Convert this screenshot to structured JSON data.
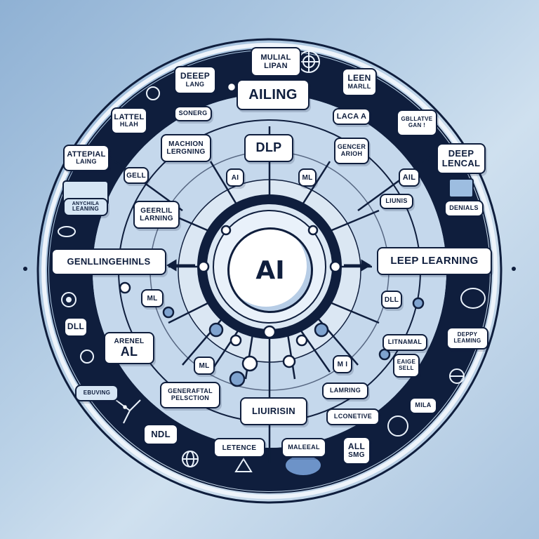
{
  "diagram": {
    "center": {
      "label": "AI"
    },
    "colors": {
      "background": "#b9d0e6",
      "ring_dark": "#0f1e3d",
      "node_fill": "#ffffff",
      "accent_blue": "#7fa3cf"
    },
    "nodes": [
      {
        "id": "n1",
        "lines": [
          "MULIAL",
          "LIPAN"
        ]
      },
      {
        "id": "n2",
        "lines": [
          "DEEEP",
          "LANG"
        ]
      },
      {
        "id": "n3",
        "lines": [
          "AILING"
        ]
      },
      {
        "id": "n4",
        "lines": [
          "LEEN",
          "MARLL"
        ]
      },
      {
        "id": "n5",
        "lines": [
          "LATTEL",
          "HLAH"
        ]
      },
      {
        "id": "n6",
        "lines": [
          "SONERG"
        ]
      },
      {
        "id": "n7",
        "lines": [
          "LACA A"
        ]
      },
      {
        "id": "n8",
        "lines": [
          "GBLLATVE",
          "GAN !"
        ]
      },
      {
        "id": "n9",
        "lines": [
          "ATTEPIAL",
          "LAING"
        ]
      },
      {
        "id": "n10",
        "lines": [
          "MACHION",
          "LERGNING"
        ]
      },
      {
        "id": "n11",
        "lines": [
          "DLP"
        ]
      },
      {
        "id": "n12",
        "lines": [
          "GENCER",
          "ARIOH"
        ]
      },
      {
        "id": "n13",
        "lines": [
          "DEEP",
          "LENCAL"
        ]
      },
      {
        "id": "n14",
        "lines": [
          "GELL"
        ]
      },
      {
        "id": "n15",
        "lines": [
          "AI"
        ]
      },
      {
        "id": "n16",
        "lines": [
          "ML"
        ]
      },
      {
        "id": "n17",
        "lines": [
          "AIL"
        ]
      },
      {
        "id": "n18",
        "lines": [
          "ANYCHILA",
          "LEANING"
        ]
      },
      {
        "id": "n19",
        "lines": [
          "GEERLIL",
          "LARNING"
        ]
      },
      {
        "id": "n20",
        "lines": [
          "LIUNIS"
        ]
      },
      {
        "id": "n21",
        "lines": [
          "DENIALS"
        ]
      },
      {
        "id": "n22",
        "lines": [
          "GENLLINGEHINLS"
        ]
      },
      {
        "id": "n23",
        "lines": [
          "LEEP LEARNING"
        ]
      },
      {
        "id": "n24",
        "lines": [
          "ML"
        ]
      },
      {
        "id": "n25",
        "lines": [
          "DLL"
        ]
      },
      {
        "id": "n26",
        "lines": [
          "DLL"
        ]
      },
      {
        "id": "n27",
        "lines": [
          "ARENEL",
          "AL"
        ]
      },
      {
        "id": "n28",
        "lines": [
          "DEPPY",
          "LEAMING"
        ]
      },
      {
        "id": "n29",
        "lines": [
          "ML"
        ]
      },
      {
        "id": "n30",
        "lines": [
          "M I"
        ]
      },
      {
        "id": "n31",
        "lines": [
          "LITNAMAL"
        ]
      },
      {
        "id": "n32",
        "lines": [
          "EAIGE",
          "SELL"
        ]
      },
      {
        "id": "n33",
        "lines": [
          "EBUVING"
        ]
      },
      {
        "id": "n34",
        "lines": [
          "GENERAFTAL",
          "PELSCTION"
        ]
      },
      {
        "id": "n35",
        "lines": [
          "LIUIRISIN"
        ]
      },
      {
        "id": "n36",
        "lines": [
          "LAMRING"
        ]
      },
      {
        "id": "n37",
        "lines": [
          "LCONETIVE"
        ]
      },
      {
        "id": "n38",
        "lines": [
          "MILA"
        ]
      },
      {
        "id": "n39",
        "lines": [
          "NDL"
        ]
      },
      {
        "id": "n40",
        "lines": [
          "LETENCE"
        ]
      },
      {
        "id": "n41",
        "lines": [
          "MALEEAL"
        ]
      },
      {
        "id": "n42",
        "lines": [
          "ALL",
          "SMG"
        ]
      }
    ],
    "icons": [
      "target-icon",
      "web-icon",
      "grid-icon",
      "brain-icon",
      "globe-icon",
      "warning-triangle-icon",
      "network-icon",
      "eye-icon",
      "badge-icon",
      "database-icon",
      "chat-bubble-icon",
      "folder-icon",
      "robot-icon"
    ]
  }
}
